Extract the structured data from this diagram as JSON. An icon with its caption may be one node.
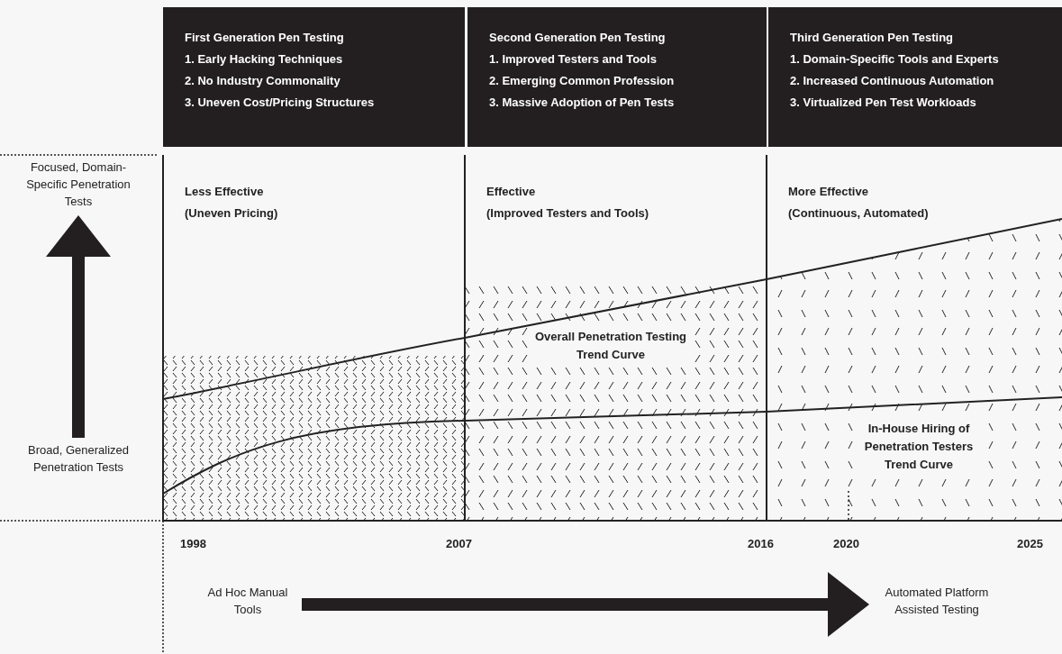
{
  "diagram": {
    "nodes": [
      {
        "text": [
          "First Generation Pen Testing",
          "1. Early Hacking Techniques",
          "2. No Industry Commonality",
          "3. Uneven Cost/Pricing Structures"
        ]
      },
      {
        "text": [
          "Second Generation Pen Testing",
          "1. Improved Testers and Tools",
          "2. Emerging Common Profession",
          "3. Massive Adoption of Pen Tests"
        ]
      },
      {
        "text": [
          "Third Generation Pen Testing",
          "1. Domain-Specific Tools and Experts",
          "2. Increased Continuous Automation",
          "3. Virtualized Pen Test Workloads"
        ]
      },
      {
        "text": [
          "Focused, Domain-Specific Penetration Tests"
        ]
      },
      {
        "text": [
          "Broad, Generalized Penetration Tests"
        ]
      },
      {
        "text": [
          "Ad Hoc Manual Tools"
        ]
      },
      {
        "text": [
          "Automated Platform Assisted Testing"
        ]
      }
    ],
    "edges": [
      {
        "from": 4,
        "to": 3,
        "arrow": "to"
      },
      {
        "from": 5,
        "to": 6,
        "arrow": "to"
      }
    ],
    "labels": [
      "Less Effective",
      "(Uneven Pricing)",
      "Effective",
      "(Improved Testers and Tools)",
      "More Effective",
      "(Continuous, Automated)",
      "Overall Penetration Testing Trend Curve",
      "In-House Hiring of Penetration Testers Trend Curve",
      "1998",
      "2007",
      "2016",
      "2020",
      "2025"
    ]
  }
}
